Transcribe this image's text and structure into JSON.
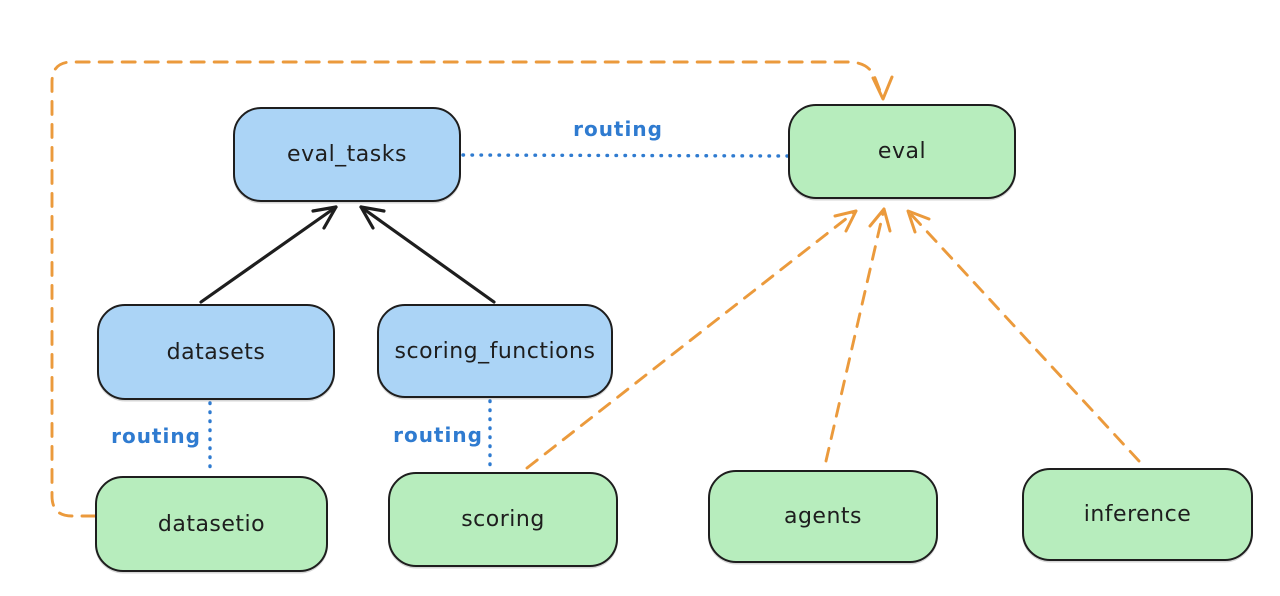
{
  "diagram": {
    "type": "architecture-diagram",
    "nodes": {
      "eval_tasks": {
        "label": "eval_tasks",
        "fill": "#abd4f6"
      },
      "eval": {
        "label": "eval",
        "fill": "#b7edbd"
      },
      "datasets": {
        "label": "datasets",
        "fill": "#abd4f6"
      },
      "scoring_functions": {
        "label": "scoring_functions",
        "fill": "#abd4f6"
      },
      "datasetio": {
        "label": "datasetio",
        "fill": "#b7edbd"
      },
      "scoring": {
        "label": "scoring",
        "fill": "#b7edbd"
      },
      "agents": {
        "label": "agents",
        "fill": "#b7edbd"
      },
      "inference": {
        "label": "inference",
        "fill": "#b7edbd"
      }
    },
    "edge_labels": {
      "eval_tasks_to_eval": "routing",
      "datasets_to_datasetio": "routing",
      "scoring_functions_to_scoring": "routing"
    },
    "edges": [
      {
        "from": "datasets",
        "to": "eval_tasks",
        "style": "solid",
        "color": "#1e1e1e",
        "arrow": true
      },
      {
        "from": "scoring_functions",
        "to": "eval_tasks",
        "style": "solid",
        "color": "#1e1e1e",
        "arrow": true
      },
      {
        "from": "eval_tasks",
        "to": "eval",
        "style": "dotted",
        "color": "#2f7bd0",
        "label": "routing",
        "arrow": false
      },
      {
        "from": "datasets",
        "to": "datasetio",
        "style": "dotted",
        "color": "#2f7bd0",
        "label": "routing",
        "arrow": false
      },
      {
        "from": "scoring_functions",
        "to": "scoring",
        "style": "dotted",
        "color": "#2f7bd0",
        "label": "routing",
        "arrow": false
      },
      {
        "from": "datasetio",
        "to": "eval",
        "style": "dashed",
        "color": "#eb9a3c",
        "arrow": true,
        "route": "around-left-and-top"
      },
      {
        "from": "scoring",
        "to": "eval",
        "style": "dashed",
        "color": "#eb9a3c",
        "arrow": true
      },
      {
        "from": "agents",
        "to": "eval",
        "style": "dashed",
        "color": "#eb9a3c",
        "arrow": true
      },
      {
        "from": "inference",
        "to": "eval",
        "style": "dashed",
        "color": "#eb9a3c",
        "arrow": true
      }
    ],
    "colors": {
      "blue_fill": "#abd4f6",
      "green_fill": "#b7edbd",
      "stroke": "#1e1e1e",
      "orange_edge": "#eb9a3c",
      "blue_edge": "#2f7bd0",
      "background": "#ffffff"
    }
  }
}
